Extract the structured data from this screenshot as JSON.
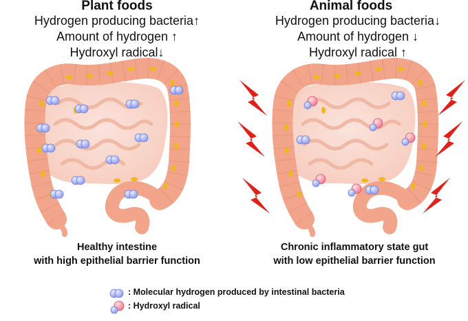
{
  "left_panel": {
    "title": "Plant foods",
    "lines": [
      "Hydrogen producing bacteria↑",
      "Amount of hydrogen ↑",
      "Hydroxyl radical↓"
    ],
    "caption": [
      "Healthy intestine",
      "with high epithelial barrier function"
    ]
  },
  "right_panel": {
    "title": "Animal foods",
    "lines": [
      "Hydrogen producing bacteria↓",
      "Amount of hydrogen ↓",
      "Hydroxyl radical ↑"
    ],
    "caption": [
      "Chronic inflammatory state gut",
      "with low epithelial barrier function"
    ]
  },
  "legend": {
    "hydrogen": ": Molecular hydrogen produced by intestinal bacteria",
    "radical": ": Hydroxyl radical"
  },
  "colors": {
    "intestine": "#f2a58a",
    "intestine_inner": "#fbe6df",
    "hydrogen": "#9aa6f0",
    "radical": "#f58a9c",
    "lightning": "#e0211a"
  }
}
